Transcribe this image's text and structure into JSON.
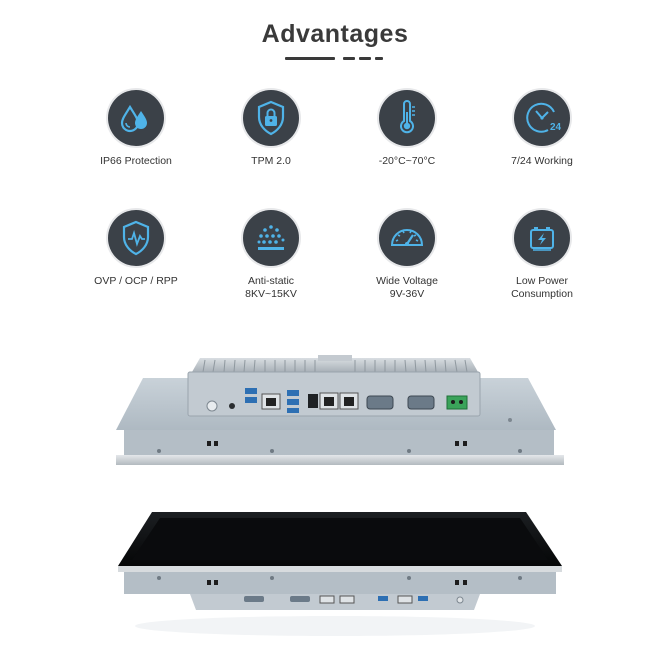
{
  "header": {
    "title": "Advantages"
  },
  "features": [
    {
      "icon": "water-drops-icon",
      "label": "IP66 Protection"
    },
    {
      "icon": "shield-lock-icon",
      "label": "TPM 2.0"
    },
    {
      "icon": "thermometer-icon",
      "label": "-20°C~70°C"
    },
    {
      "icon": "clock-24-icon",
      "label": "7/24 Working",
      "badge": "24"
    },
    {
      "icon": "shield-wave-icon",
      "label": "OVP / OCP / RPP"
    },
    {
      "icon": "static-dots-icon",
      "label": "Anti-static",
      "label2": "8KV~15KV"
    },
    {
      "icon": "gauge-icon",
      "label": "Wide Voltage",
      "label2": "9V-36V"
    },
    {
      "icon": "battery-bolt-icon",
      "label": "Low Power",
      "label2": "Consumption"
    }
  ],
  "colors": {
    "icon_bg": "#3b4148",
    "icon_accent": "#4fb3e8",
    "heading": "#3a3a3a",
    "connector_green": "#3aa35a"
  },
  "product_images": [
    {
      "icon": "panel-pc-rear-io-image"
    },
    {
      "icon": "panel-pc-front-screen-image"
    }
  ]
}
